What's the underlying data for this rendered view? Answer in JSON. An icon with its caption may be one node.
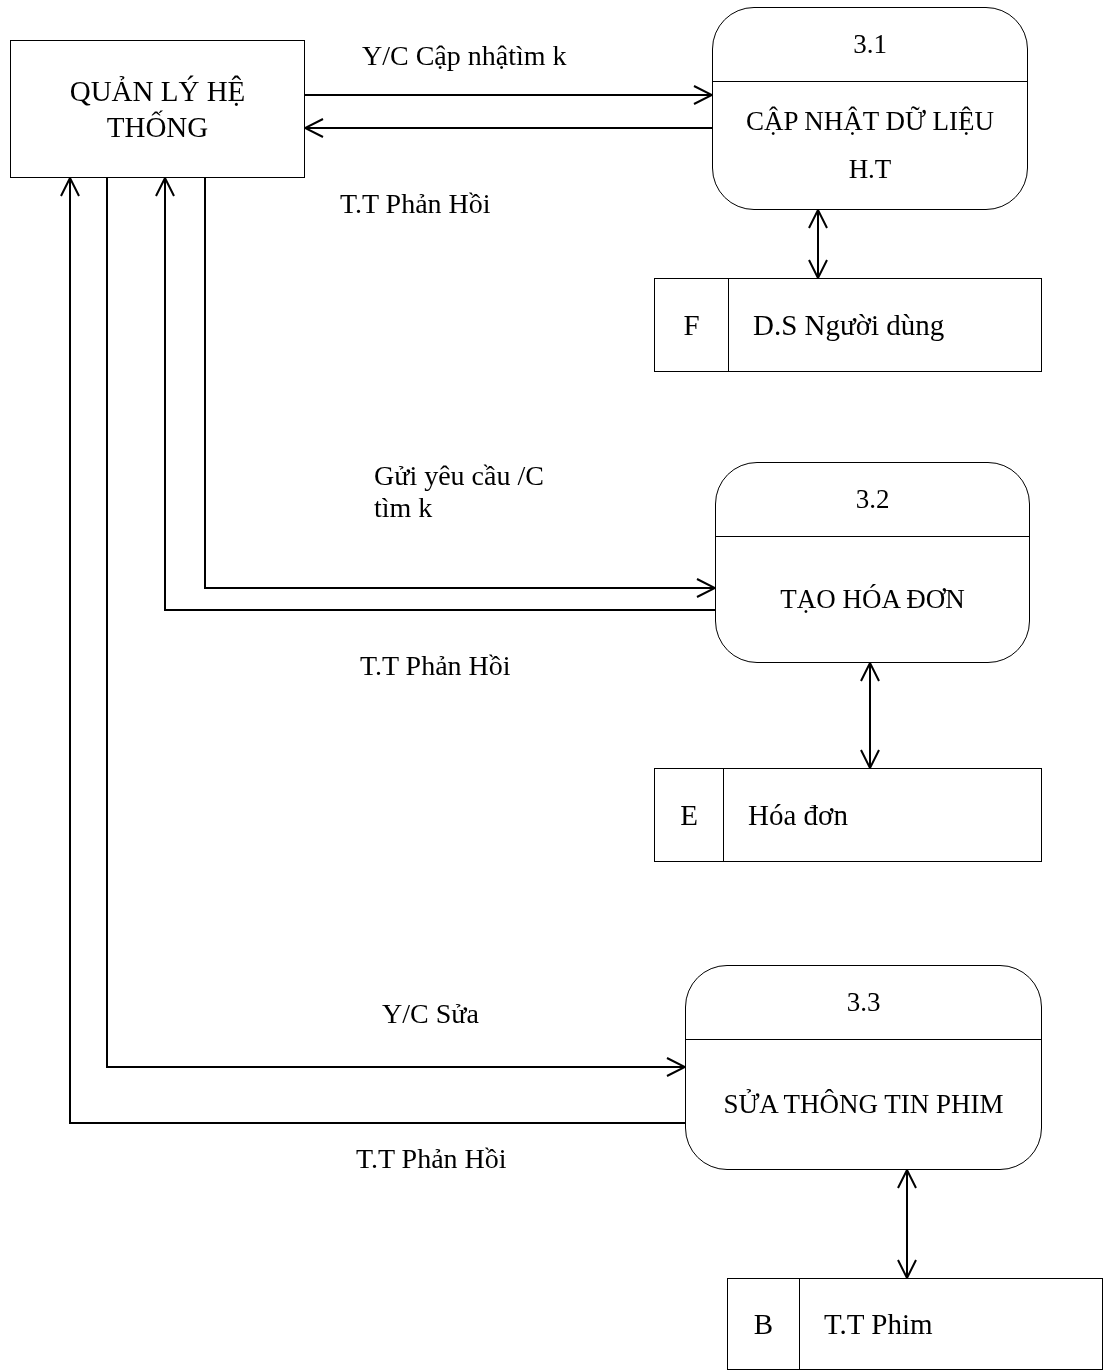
{
  "diagram": {
    "nodes": [
      {
        "text": [
          "QUẢN LÝ HỆ THỐNG"
        ]
      },
      {
        "text": [
          "3.1",
          "CẬP NHẬT DỮ LIỆU H.T"
        ]
      },
      {
        "text": [
          "F",
          "D.S Người dùng"
        ]
      },
      {
        "text": [
          "3.2",
          "TẠO HÓA ĐƠN"
        ]
      },
      {
        "text": [
          "E",
          "Hóa đơn"
        ]
      },
      {
        "text": [
          "3.3",
          "SỬA THÔNG TIN PHIM"
        ]
      },
      {
        "text": [
          "B",
          "T.T Phim"
        ]
      }
    ],
    "edges": [
      {
        "from": 0,
        "to": 1,
        "arrow": "to",
        "label": "Y/C Cập nhậtìm k"
      },
      {
        "from": 1,
        "to": 0,
        "arrow": "to",
        "label": "T.T Phản Hồi"
      },
      {
        "from": 1,
        "to": 2,
        "arrow": "both"
      },
      {
        "from": 0,
        "to": 3,
        "arrow": "to",
        "label": "Gửi yêu cầu /C tìm k"
      },
      {
        "from": 3,
        "to": 0,
        "arrow": "to",
        "label": "T.T Phản Hồi"
      },
      {
        "from": 3,
        "to": 4,
        "arrow": "both"
      },
      {
        "from": 0,
        "to": 5,
        "arrow": "to",
        "label": "Y/C Sửa"
      },
      {
        "from": 5,
        "to": 0,
        "arrow": "to",
        "label": "T.T Phản Hồi"
      },
      {
        "from": 5,
        "to": 6,
        "arrow": "both"
      }
    ]
  }
}
